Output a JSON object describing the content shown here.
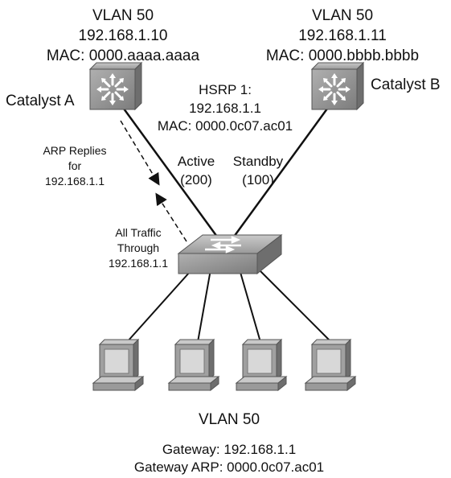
{
  "catalyst_a": {
    "vlan": "VLAN  50",
    "ip": "192.168.1.10",
    "mac": "MAC: 0000.aaaa.aaaa",
    "name": "Catalyst A",
    "role": "Active",
    "priority": "(200)"
  },
  "catalyst_b": {
    "vlan": "VLAN  50",
    "ip": "192.168.1.11",
    "mac": "MAC: 0000.bbbb.bbbb",
    "name": "Catalyst B",
    "role": "Standby",
    "priority": "(100)"
  },
  "hsrp": {
    "group": "HSRP 1:",
    "virtual_ip": "192.168.1.1",
    "virtual_mac": "MAC: 0000.0c07.ac01"
  },
  "arp_replies": {
    "line1": "ARP Replies",
    "line2": "for",
    "line3": "192.168.1.1"
  },
  "traffic": {
    "line1": "All Traffic",
    "line2": "Through",
    "line3": "192.168.1.1"
  },
  "clients": {
    "vlan": "VLAN 50",
    "gateway": "Gateway: 192.168.1.1",
    "gateway_arp": "Gateway ARP: 0000.0c07.ac01"
  },
  "colors": {
    "device_body": "#8a8a8a",
    "device_face": "#a9a9a9",
    "screen": "#d8d8d8",
    "line": "#111111"
  }
}
